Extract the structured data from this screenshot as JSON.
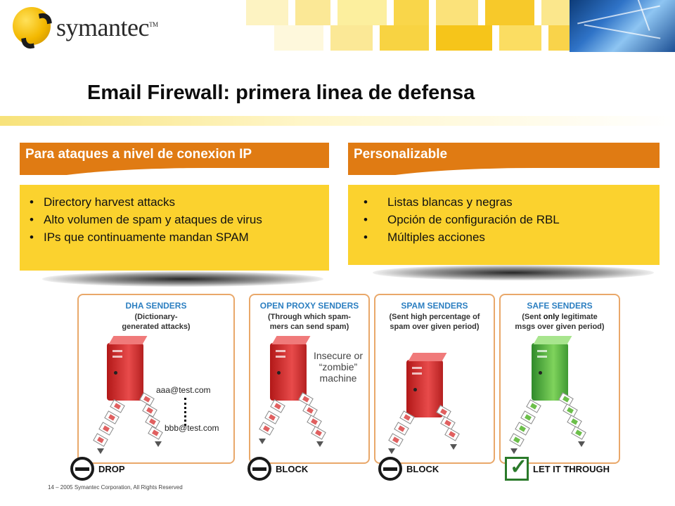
{
  "header": {
    "logo_text": "symantec",
    "logo_tm": "TM"
  },
  "title": "Email Firewall: primera linea de defensa",
  "box_left": {
    "heading": "Para ataques a nivel de conexion IP",
    "items": [
      "Directory harvest attacks",
      "Alto  volumen de spam y ataques de virus",
      "IPs que continuamente mandan SPAM"
    ]
  },
  "box_right": {
    "heading": "Personalizable",
    "items": [
      "Listas blancas y negras",
      "Opción de configuración de  RBL",
      "Múltiples acciones"
    ]
  },
  "panels": [
    {
      "title": "DHA SENDERS",
      "subtitle": "(Dictionary-\ngenerated attacks)",
      "action": "DROP",
      "annotations": [
        "aaa@test.com",
        "bbb@test.com"
      ]
    },
    {
      "title": "OPEN PROXY SENDERS",
      "subtitle": "(Through which spam-\nmers can send spam)",
      "action": "BLOCK",
      "annotation": "Insecure or\n“zombie”\nmachine"
    },
    {
      "title": "SPAM SENDERS",
      "subtitle": "(Sent high percentage of\nspam over  given period)",
      "action": "BLOCK"
    },
    {
      "title": "SAFE SENDERS",
      "subtitle_before": "(Sent ",
      "subtitle_bold": "only",
      "subtitle_after": " legitimate\nmsgs over given period)",
      "action": "LET IT THROUGH"
    }
  ],
  "footer": "14 – 2005 Symantec Corporation, All Rights Reserved",
  "colors": {
    "orange": "#e07b13",
    "yellow": "#fbd22e",
    "panel_title_blue": "#2c7fc1",
    "panel_border": "#e9a86a"
  }
}
